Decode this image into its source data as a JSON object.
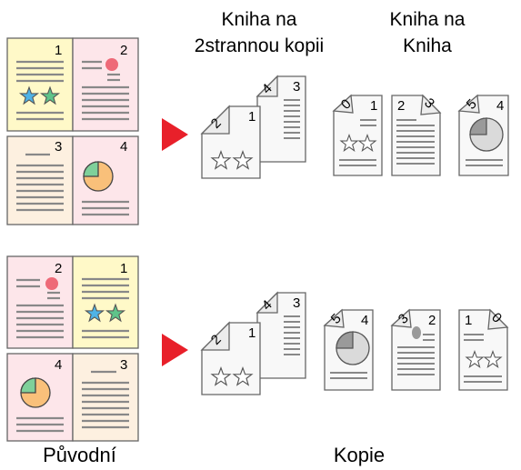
{
  "labels": {
    "book_to_duplex_line1": "Kniha na",
    "book_to_duplex_line2": "2strannou kopii",
    "book_to_book_line1": "Kniha na",
    "book_to_book_line2": "Kniha",
    "original": "Původní",
    "copy": "Kopie"
  },
  "page_numbers": {
    "top_original": [
      "1",
      "2",
      "3",
      "4"
    ],
    "bottom_original": [
      "2",
      "1",
      "4",
      "3"
    ],
    "top_duplex_copy": [
      "1",
      "2",
      "3",
      "4"
    ],
    "top_book_copies": [
      "1",
      "0",
      "2",
      "3",
      "4",
      "5"
    ],
    "bottom_duplex_copy": [
      "1",
      "2",
      "3",
      "4"
    ],
    "bottom_book_copies": [
      "4",
      "5",
      "2",
      "3",
      "1",
      "0"
    ]
  },
  "colors": {
    "yellow_page": "#fff9c8",
    "pink_page": "#fde6ea",
    "beige_page": "#fdf0e0",
    "arrow": "#e8202a",
    "star_blue": "#4fb3e6",
    "star_green": "#5fc48a",
    "pie_orange": "#f9c07a",
    "pie_green": "#7fd09a",
    "dot_red": "#ee6a78",
    "line_gray": "#8a8a8a",
    "copy_page": "#f8f8f8"
  }
}
